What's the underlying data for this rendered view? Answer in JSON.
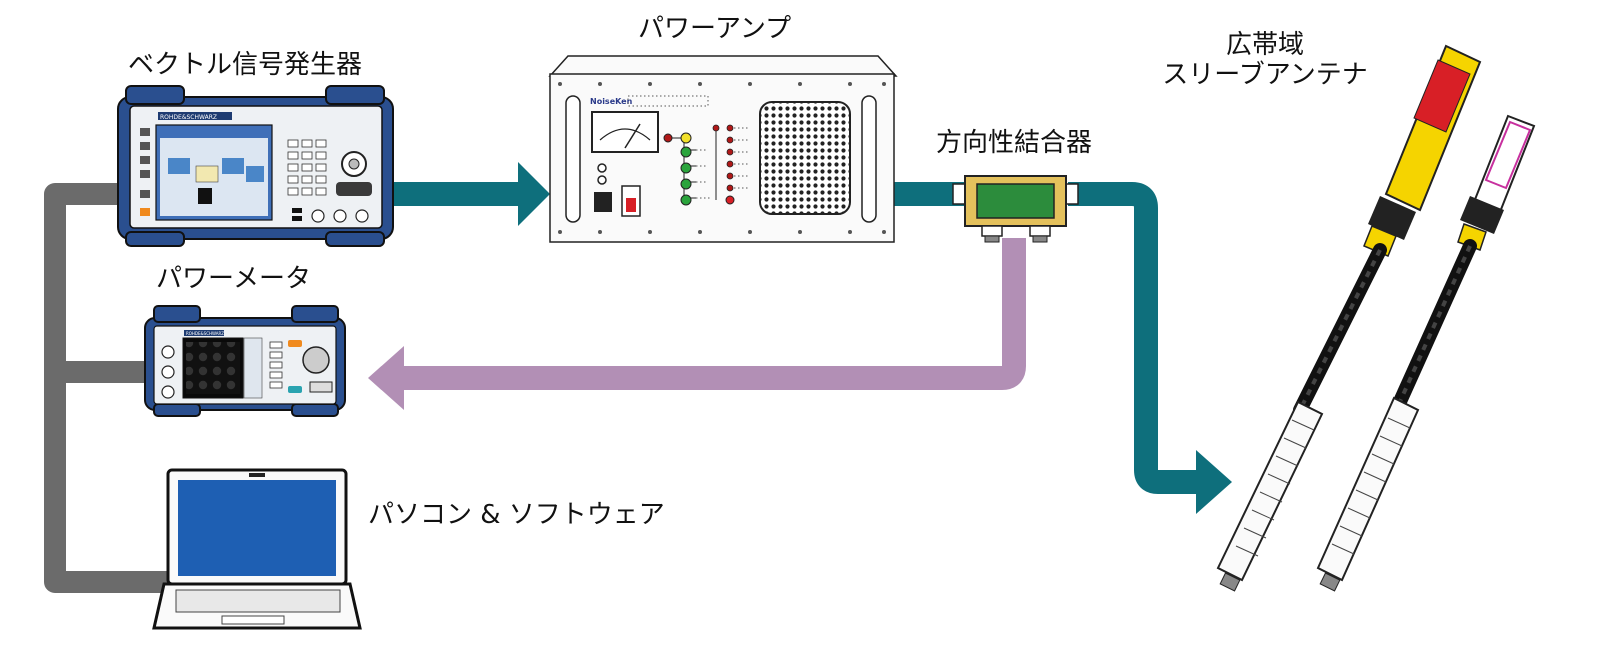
{
  "labels": {
    "signal_generator": "ベクトル信号発生器",
    "power_amp": "パワーアンプ",
    "directional_coupler": "方向性結合器",
    "antenna_line1": "広帯域",
    "antenna_line2": "スリーブアンテナ",
    "power_meter": "パワーメータ",
    "pc_software": "パソコン & ソフトウェア"
  },
  "brand": {
    "generator_logo": "ROHDE&SCHWARZ",
    "meter_logo": "ROHDE&SCHWARZ",
    "amp_logo": "NoiseKen"
  },
  "colors": {
    "rf_arrow": "#0e6f7c",
    "feedback_arrow": "#b28fb5",
    "control_cable": "#6b6b6b",
    "instrument_frame": "#2a4f8f",
    "antenna_yellow": "#f5d400",
    "antenna_red": "#d81f26"
  }
}
